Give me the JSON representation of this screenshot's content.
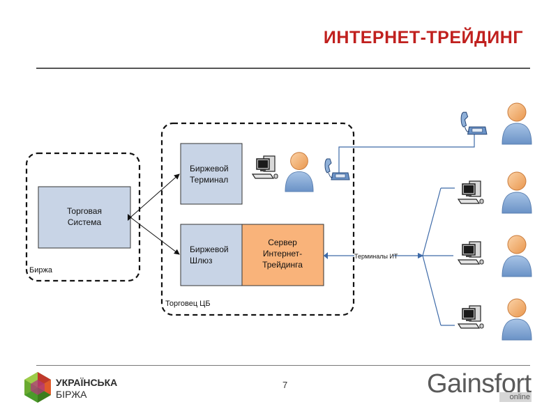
{
  "slide": {
    "title": "ИНТЕРНЕТ-ТРЕЙДИНГ",
    "page_number": "7"
  },
  "diagram": {
    "exchange_label": "Биржа",
    "dealer_label": "Торговец ЦБ",
    "trading_system": {
      "line1": "Торговая",
      "line2": "Система"
    },
    "exchange_terminal": {
      "line1": "Биржевой",
      "line2": "Терминал"
    },
    "exchange_gateway": {
      "line1": "Биржевой",
      "line2": "Шлюз"
    },
    "server": {
      "line1": "Сервер",
      "line2": "Интернет-",
      "line3": "Трейдинга"
    },
    "terminals_label": "Терминалы ИТ",
    "colors": {
      "box_blue": "#c8d4e6",
      "server_orange": "#f9b37a",
      "line_blue": "#3d6aa8"
    }
  },
  "logos": {
    "left_line1": "УКРАЇНСЬКА",
    "left_line2": "БІРЖА",
    "right_main": "Gainsfort",
    "right_sub": "online"
  }
}
